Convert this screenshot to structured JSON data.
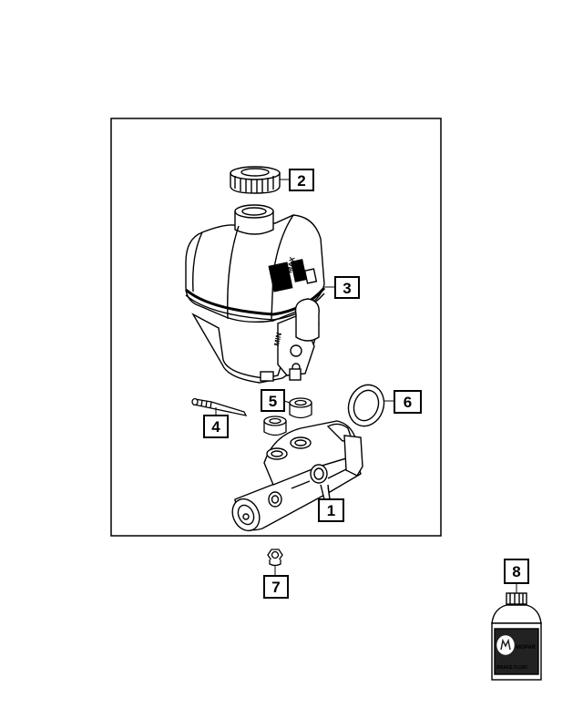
{
  "callouts": {
    "c1": "1",
    "c2": "2",
    "c3": "3",
    "c4": "4",
    "c5": "5",
    "c6": "6",
    "c7": "7",
    "c8": "8"
  },
  "reservoir": {
    "max_mark": "MAX",
    "min_mark": "MIN"
  },
  "bottle": {
    "brand": "MOPAR",
    "product": "BRAKE FLUID"
  },
  "colors": {
    "line": "#000000",
    "background": "#ffffff"
  }
}
